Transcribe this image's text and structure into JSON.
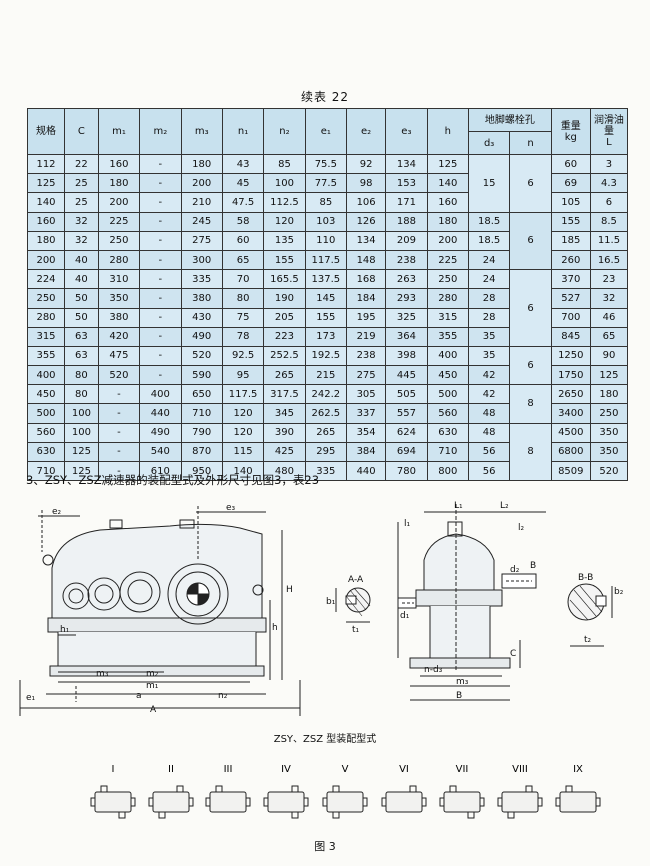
{
  "table": {
    "caption": "续表 22",
    "headers": {
      "spec": "规格",
      "c": "C",
      "m1": "m₁",
      "m2": "m₂",
      "m3": "m₃",
      "n1": "n₁",
      "n2": "n₂",
      "e1": "e₁",
      "e2": "e₂",
      "e3": "e₃",
      "h": "h",
      "bolt_group": "地脚螺栓孔",
      "d3": "d₃",
      "n": "n",
      "weight": "重量",
      "weight_unit": "kg",
      "oil": "润滑油量",
      "oil_unit": "L"
    },
    "rows": [
      {
        "spec": "112",
        "c": "22",
        "m1": "160",
        "m2": "-",
        "m3": "180",
        "n1": "43",
        "n2": "85",
        "e1": "75.5",
        "e2": "92",
        "e3": "134",
        "h": "125",
        "weight": "60",
        "oil": "3"
      },
      {
        "spec": "125",
        "c": "25",
        "m1": "180",
        "m2": "-",
        "m3": "200",
        "n1": "45",
        "n2": "100",
        "e1": "77.5",
        "e2": "98",
        "e3": "153",
        "h": "140",
        "weight": "69",
        "oil": "4.3"
      },
      {
        "spec": "140",
        "c": "25",
        "m1": "200",
        "m2": "-",
        "m3": "210",
        "n1": "47.5",
        "n2": "112.5",
        "e1": "85",
        "e2": "106",
        "e3": "171",
        "h": "160",
        "weight": "105",
        "oil": "6"
      },
      {
        "spec": "160",
        "c": "32",
        "m1": "225",
        "m2": "-",
        "m3": "245",
        "n1": "58",
        "n2": "120",
        "e1": "103",
        "e2": "126",
        "e3": "188",
        "h": "180",
        "weight": "155",
        "oil": "8.5"
      },
      {
        "spec": "180",
        "c": "32",
        "m1": "250",
        "m2": "-",
        "m3": "275",
        "n1": "60",
        "n2": "135",
        "e1": "110",
        "e2": "134",
        "e3": "209",
        "h": "200",
        "weight": "185",
        "oil": "11.5"
      },
      {
        "spec": "200",
        "c": "40",
        "m1": "280",
        "m2": "-",
        "m3": "300",
        "n1": "65",
        "n2": "155",
        "e1": "117.5",
        "e2": "148",
        "e3": "238",
        "h": "225",
        "weight": "260",
        "oil": "16.5"
      },
      {
        "spec": "224",
        "c": "40",
        "m1": "310",
        "m2": "-",
        "m3": "335",
        "n1": "70",
        "n2": "165.5",
        "e1": "137.5",
        "e2": "168",
        "e3": "263",
        "h": "250",
        "weight": "370",
        "oil": "23"
      },
      {
        "spec": "250",
        "c": "50",
        "m1": "350",
        "m2": "-",
        "m3": "380",
        "n1": "80",
        "n2": "190",
        "e1": "145",
        "e2": "184",
        "e3": "293",
        "h": "280",
        "weight": "527",
        "oil": "32"
      },
      {
        "spec": "280",
        "c": "50",
        "m1": "380",
        "m2": "-",
        "m3": "430",
        "n1": "75",
        "n2": "205",
        "e1": "155",
        "e2": "195",
        "e3": "325",
        "h": "315",
        "weight": "700",
        "oil": "46"
      },
      {
        "spec": "315",
        "c": "63",
        "m1": "420",
        "m2": "-",
        "m3": "490",
        "n1": "78",
        "n2": "223",
        "e1": "173",
        "e2": "219",
        "e3": "364",
        "h": "355",
        "weight": "845",
        "oil": "65"
      },
      {
        "spec": "355",
        "c": "63",
        "m1": "475",
        "m2": "-",
        "m3": "520",
        "n1": "92.5",
        "n2": "252.5",
        "e1": "192.5",
        "e2": "238",
        "e3": "398",
        "h": "400",
        "weight": "1250",
        "oil": "90"
      },
      {
        "spec": "400",
        "c": "80",
        "m1": "520",
        "m2": "-",
        "m3": "590",
        "n1": "95",
        "n2": "265",
        "e1": "215",
        "e2": "275",
        "e3": "445",
        "h": "450",
        "weight": "1750",
        "oil": "125"
      },
      {
        "spec": "450",
        "c": "80",
        "m1": "-",
        "m2": "400",
        "m3": "650",
        "n1": "117.5",
        "n2": "317.5",
        "e1": "242.2",
        "e2": "305",
        "e3": "505",
        "h": "500",
        "weight": "2650",
        "oil": "180"
      },
      {
        "spec": "500",
        "c": "100",
        "m1": "-",
        "m2": "440",
        "m3": "710",
        "n1": "120",
        "n2": "345",
        "e1": "262.5",
        "e2": "337",
        "e3": "557",
        "h": "560",
        "weight": "3400",
        "oil": "250"
      },
      {
        "spec": "560",
        "c": "100",
        "m1": "-",
        "m2": "490",
        "m3": "790",
        "n1": "120",
        "n2": "390",
        "e1": "265",
        "e2": "354",
        "e3": "624",
        "h": "630",
        "weight": "4500",
        "oil": "350"
      },
      {
        "spec": "630",
        "c": "125",
        "m1": "-",
        "m2": "540",
        "m3": "870",
        "n1": "115",
        "n2": "425",
        "e1": "295",
        "e2": "384",
        "e3": "694",
        "h": "710",
        "weight": "6800",
        "oil": "350"
      },
      {
        "spec": "710",
        "c": "125",
        "m1": "-",
        "m2": "610",
        "m3": "950",
        "n1": "140",
        "n2": "480",
        "e1": "335",
        "e2": "440",
        "e3": "780",
        "h": "800",
        "weight": "8509",
        "oil": "520"
      }
    ],
    "d3_cells": [
      "15",
      "18.5",
      "18.5",
      "24",
      "24",
      "28",
      "28",
      "35",
      "35",
      "42",
      "42",
      "48",
      "48",
      "56",
      "56"
    ],
    "n_cells": [
      "6",
      "6",
      "6",
      "6",
      "8",
      "8"
    ]
  },
  "section_heading": "3、ZSY、ZSZ减速器的装配型式及外形尺寸见图3，表23",
  "drawing_labels": {
    "e2": "e₂",
    "e3": "e₃",
    "h1": "h₁",
    "H": "H",
    "h": "h",
    "m3": "m₃",
    "m2": "m₂",
    "m1": "m₁",
    "e1": "e₁",
    "a": "a",
    "n2": "n₂",
    "A": "A",
    "AA": "A-A",
    "b1": "b₁",
    "t1": "t₁",
    "L1": "L₁",
    "L2": "L₂",
    "l1": "l₁",
    "l2": "l₂",
    "d1": "d₁",
    "d2": "d₂",
    "B": "B",
    "C": "C",
    "nd3": "n-d₃",
    "BB": "B-B",
    "b2": "b₂",
    "t2": "t₂"
  },
  "figure_caption": "ZSY、ZSZ 型装配型式",
  "assembly_types": [
    "I",
    "II",
    "III",
    "IV",
    "V",
    "VI",
    "VII",
    "VIII",
    "IX"
  ],
  "figure_number": "图 3"
}
